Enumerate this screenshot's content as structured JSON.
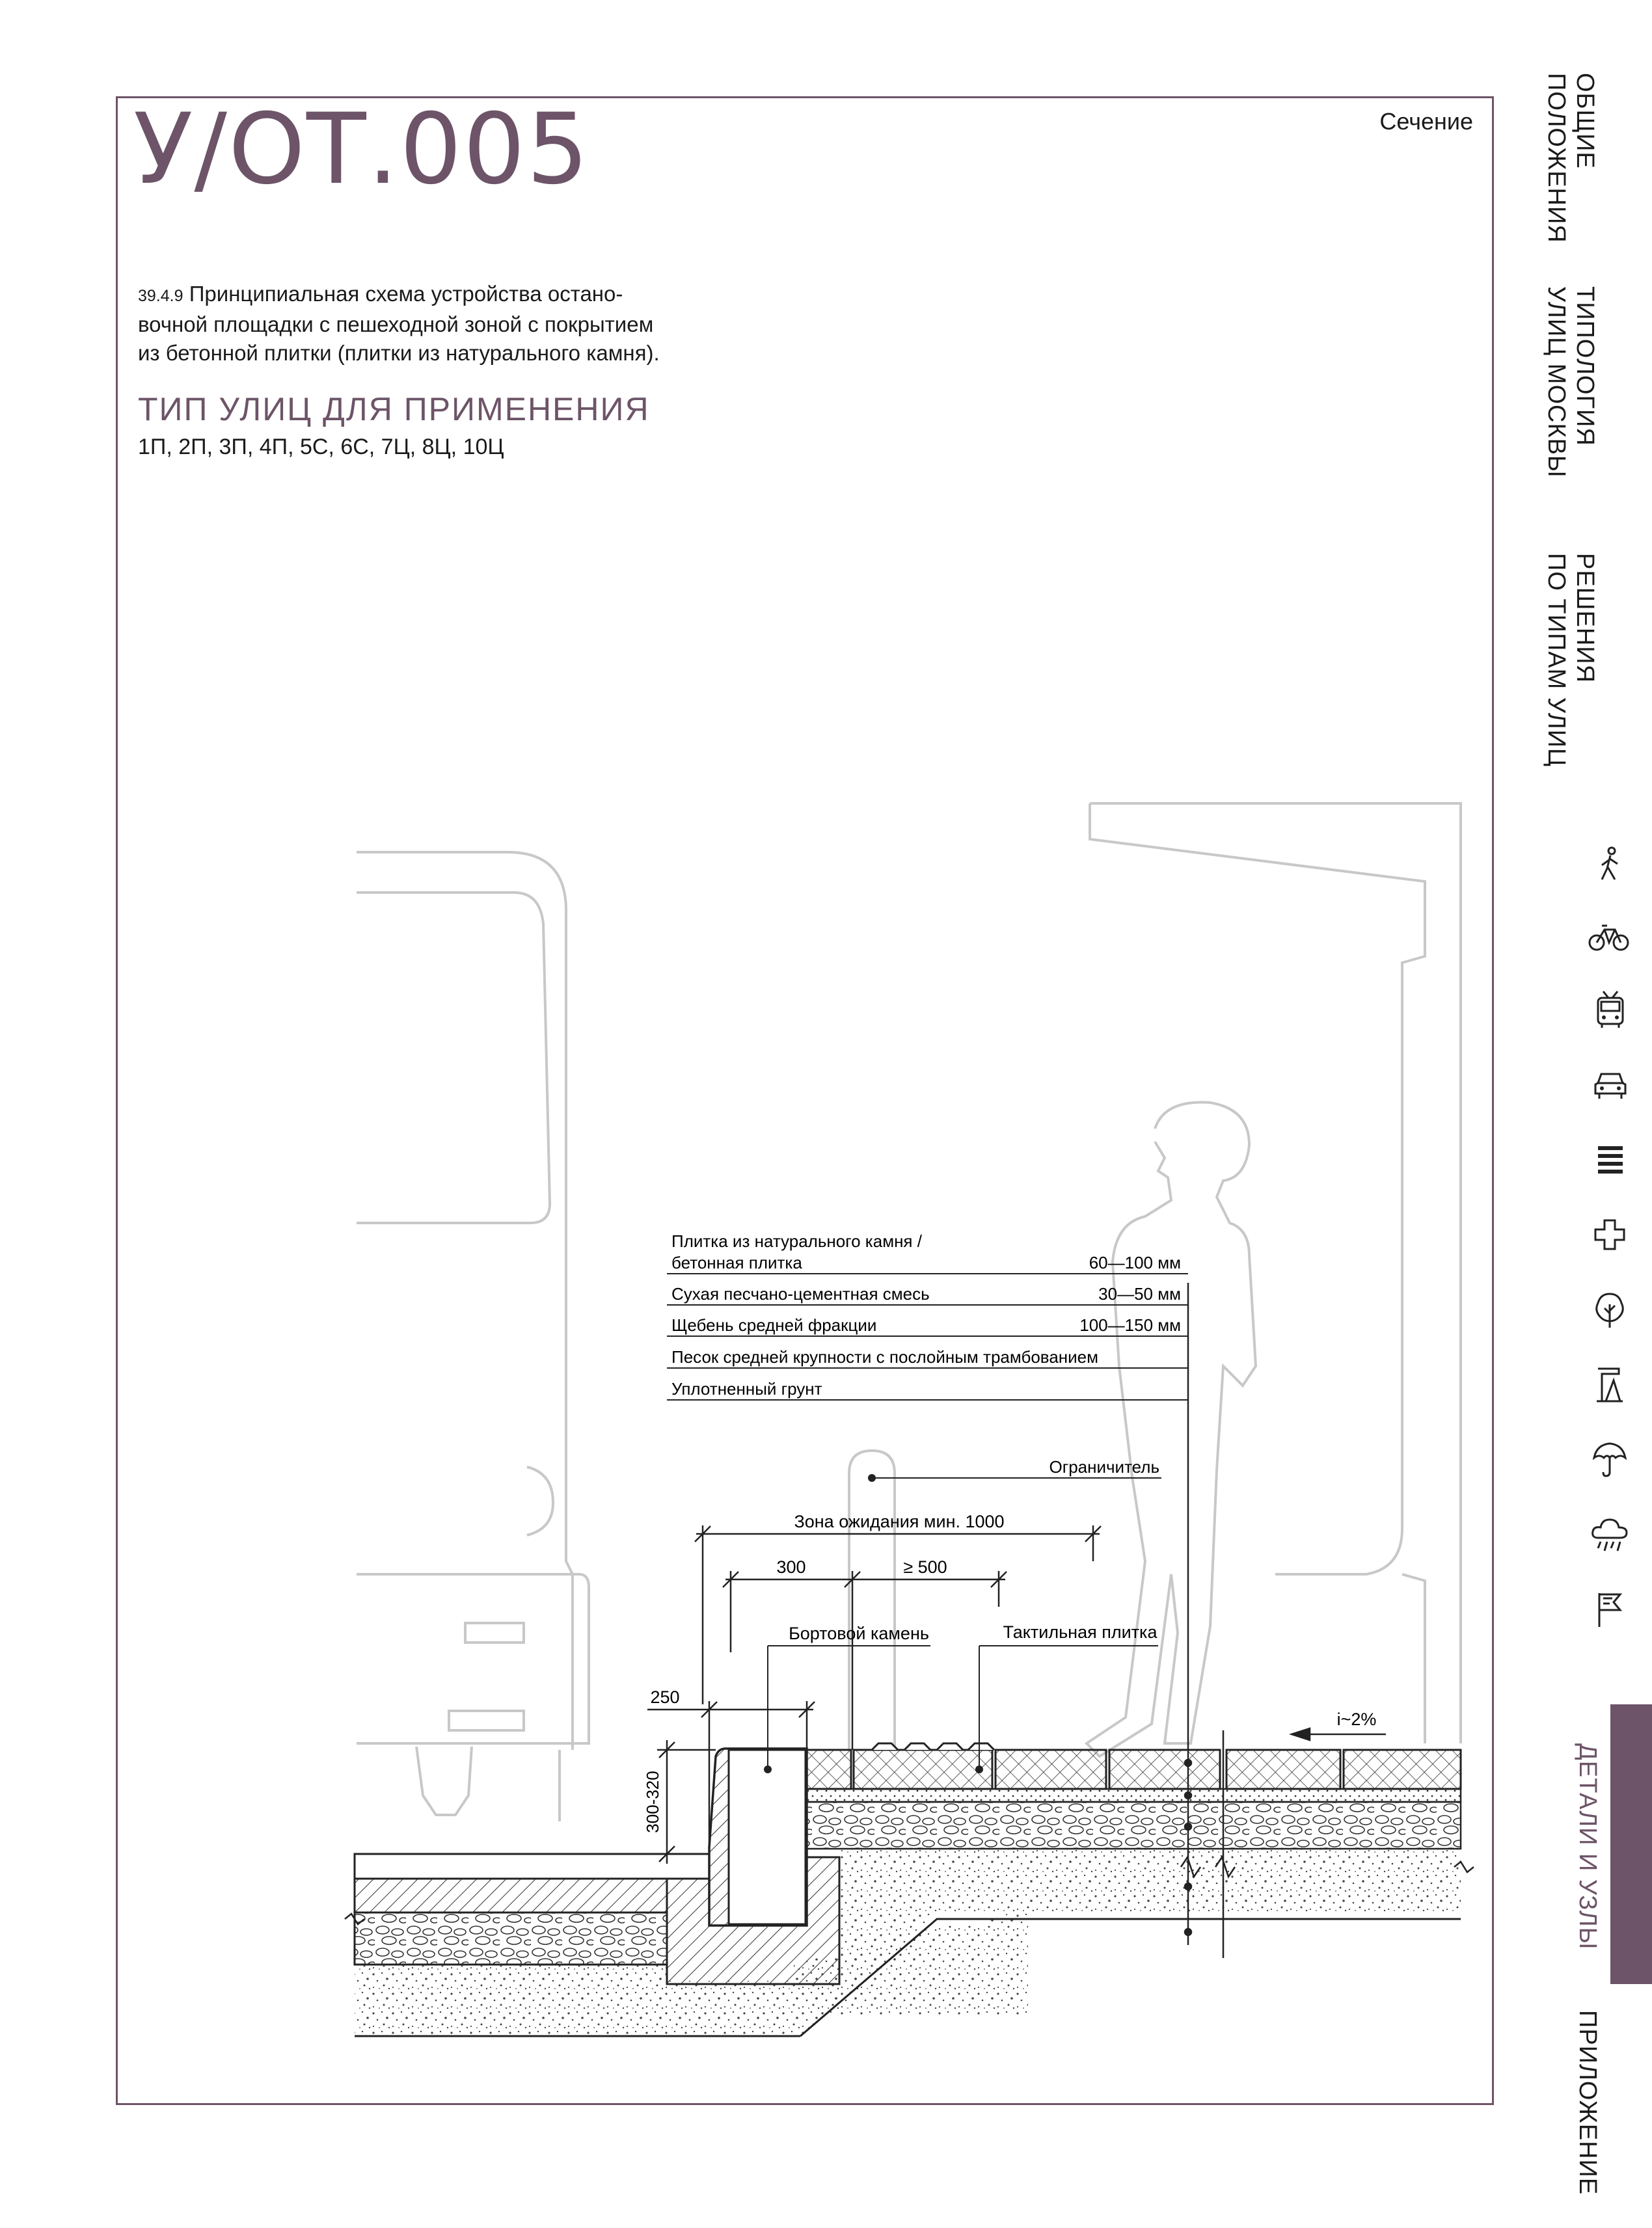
{
  "header": {
    "code": "У/ОТ.005",
    "view": "Сечение"
  },
  "description": {
    "number": "39.4.9",
    "lines": [
      "Принципиальная схема устройства остано-",
      "вочной площадки с пешеходной зоной с покрытием",
      "из бетонной плитки (плитки из натурального камня)."
    ]
  },
  "street_types": {
    "title": "ТИП УЛИЦ ДЛЯ ПРИМЕНЕНИЯ",
    "list": "1П, 2П, 3П, 4П, 5С, 6С, 7Ц, 8Ц, 10Ц"
  },
  "layers": [
    {
      "name_line1": "Плитка из натурального камня /",
      "name_line2": "бетонная плитка",
      "thickness": "60—100 мм"
    },
    {
      "name_line1": "Сухая песчано-цементная  смесь",
      "thickness": "30—50 мм"
    },
    {
      "name_line1": "Щебень средней фракции",
      "thickness": "100—150 мм"
    },
    {
      "name_line1": "Песок средней крупности с послойным трамбованием",
      "thickness": ""
    },
    {
      "name_line1": "Уплотненный грунт",
      "thickness": ""
    }
  ],
  "annotations": {
    "limiter": "Ограничитель",
    "waiting_zone": "Зона ожидания мин. 1000",
    "dim_300": "300",
    "dim_500": "≥ 500",
    "curb": "Бортовой камень",
    "tactile": "Тактильная плитка",
    "dim_250": "250",
    "dim_height": "300-320",
    "slope": "i~2%"
  },
  "nav": {
    "items": [
      {
        "line1": "ОБЩИЕ",
        "line2": "ПОЛОЖЕНИЯ"
      },
      {
        "line1": "ТИПОЛОГИЯ",
        "line2": "УЛИЦ МОСКВЫ"
      },
      {
        "line1": "РЕШЕНИЯ",
        "line2": "ПО ТИПАМ УЛИЦ"
      }
    ],
    "active": "ДЕТАЛИ И УЗЛЫ",
    "last": "ПРИЛОЖЕНИЕ",
    "icons": [
      "pedestrian-icon",
      "bicycle-icon",
      "trolleybus-icon",
      "car-icon",
      "crosswalk-icon",
      "medical-cross-icon",
      "tree-icon",
      "bus-stop-icon",
      "umbrella-icon",
      "rain-cloud-icon",
      "flag-icon"
    ]
  },
  "colors": {
    "accent": "#6d5468",
    "ghost": "#c8c8c8",
    "line": "#1a1a1a"
  }
}
